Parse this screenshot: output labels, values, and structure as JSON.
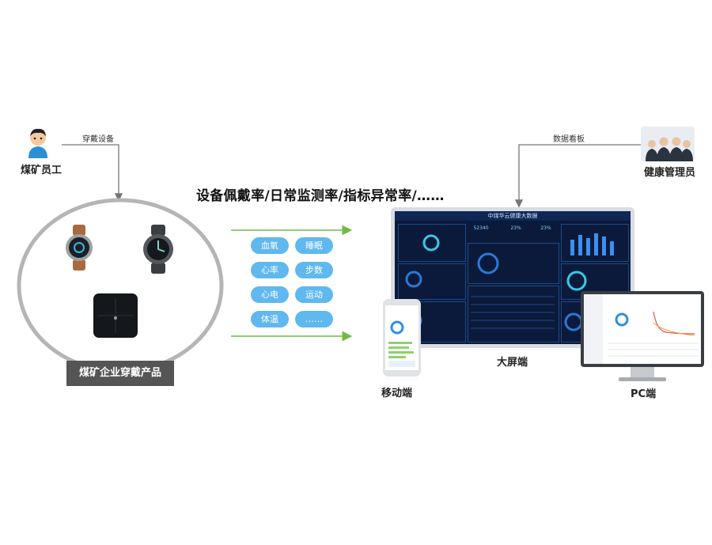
{
  "worker": {
    "label": "煤矿员工",
    "edge_label": "穿戴设备"
  },
  "manager": {
    "label": "健康管理员",
    "edge_label": "数据看板"
  },
  "headline": "设备佩戴率/日常监测率/指标异常率/……",
  "metrics": [
    "血氧",
    "睡眠",
    "心率",
    "步数",
    "心电",
    "运动",
    "体温",
    "……"
  ],
  "product_group": {
    "label": "煤矿企业穿戴产品"
  },
  "terminals": {
    "mobile": "移动端",
    "big_screen": "大屏端",
    "pc": "PC端"
  },
  "dashboard": {
    "title": "中煤华云健康大数据",
    "kpis": [
      "52340",
      "23%",
      "23%"
    ]
  },
  "colors": {
    "pill": "#5fb8ee",
    "arrow": "#6dbd45",
    "ring": "#b5b5b5",
    "label_bg": "#555555"
  }
}
